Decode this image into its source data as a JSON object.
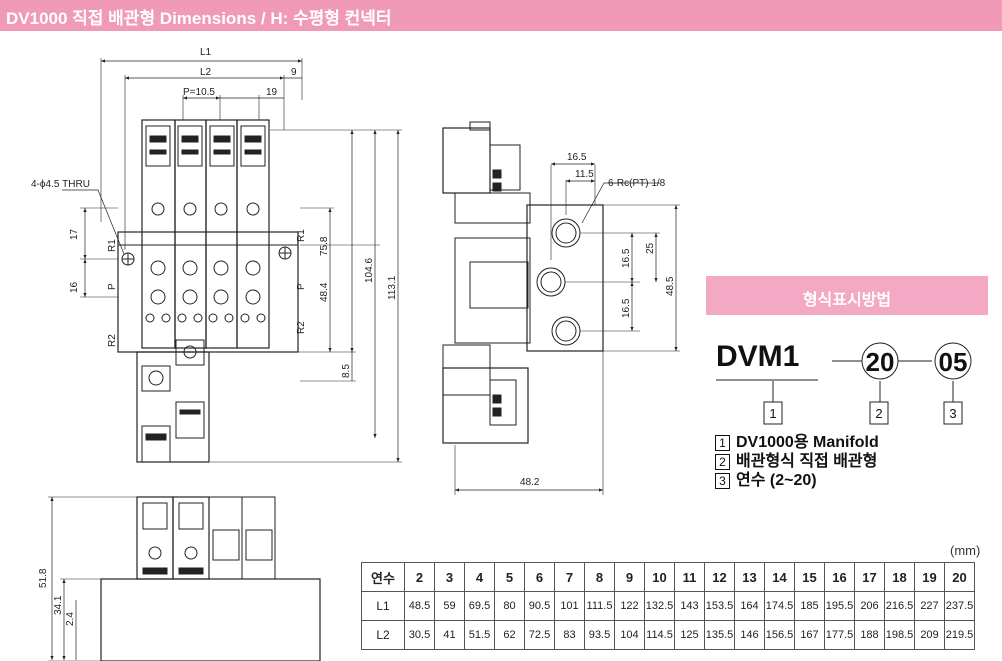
{
  "header": {
    "title": "DV1000 직접 배관형 Dimensions / H: 수평형 컨넥터"
  },
  "drawing": {
    "dim_labels": {
      "L1": "L1",
      "L2": "L2",
      "nine": "9",
      "pitch": "P=10.5",
      "nineteen": "19",
      "thru": "4-ϕ4.5 THRU",
      "d17": "17",
      "d16": "16",
      "r1_left": "R1",
      "p_left": "P",
      "r2_left": "R2",
      "r1_right": "R1",
      "p_right": "P",
      "r2_right": "R2",
      "d758": "75.8",
      "d484": "48.4",
      "d1046": "104.6",
      "d1131": "113.1",
      "d85": "8.5",
      "d165a": "16.5",
      "d115": "11.5",
      "port": "6-Rc(PT) 1/8",
      "d165b": "16.5",
      "d25": "25",
      "d485": "48.5",
      "d165c": "16.5",
      "d482": "48.2",
      "d518": "51.8",
      "d341": "34.1",
      "d24": "2.4"
    }
  },
  "ordering": {
    "title": "형식표시방법",
    "model": "DVM1",
    "code1": "20",
    "code2": "05",
    "box_nums": [
      "1",
      "2",
      "3"
    ],
    "legend": [
      {
        "num": "1",
        "text": "DV1000용 Manifold"
      },
      {
        "num": "2",
        "text": "배관형식 직접 배관형"
      },
      {
        "num": "3",
        "text": "연수 (2~20)"
      }
    ]
  },
  "table": {
    "unit": "(mm)",
    "header": "연수",
    "columns": [
      "2",
      "3",
      "4",
      "5",
      "6",
      "7",
      "8",
      "9",
      "10",
      "11",
      "12",
      "13",
      "14",
      "15",
      "16",
      "17",
      "18",
      "19",
      "20"
    ],
    "rows": [
      {
        "label": "L1",
        "values": [
          "48.5",
          "59",
          "69.5",
          "80",
          "90.5",
          "101",
          "111.5",
          "122",
          "132.5",
          "143",
          "153.5",
          "164",
          "174.5",
          "185",
          "195.5",
          "206",
          "216.5",
          "227",
          "237.5"
        ]
      },
      {
        "label": "L2",
        "values": [
          "30.5",
          "41",
          "51.5",
          "62",
          "72.5",
          "83",
          "93.5",
          "104",
          "114.5",
          "125",
          "135.5",
          "146",
          "156.5",
          "167",
          "177.5",
          "188",
          "198.5",
          "209",
          "219.5"
        ]
      }
    ]
  }
}
